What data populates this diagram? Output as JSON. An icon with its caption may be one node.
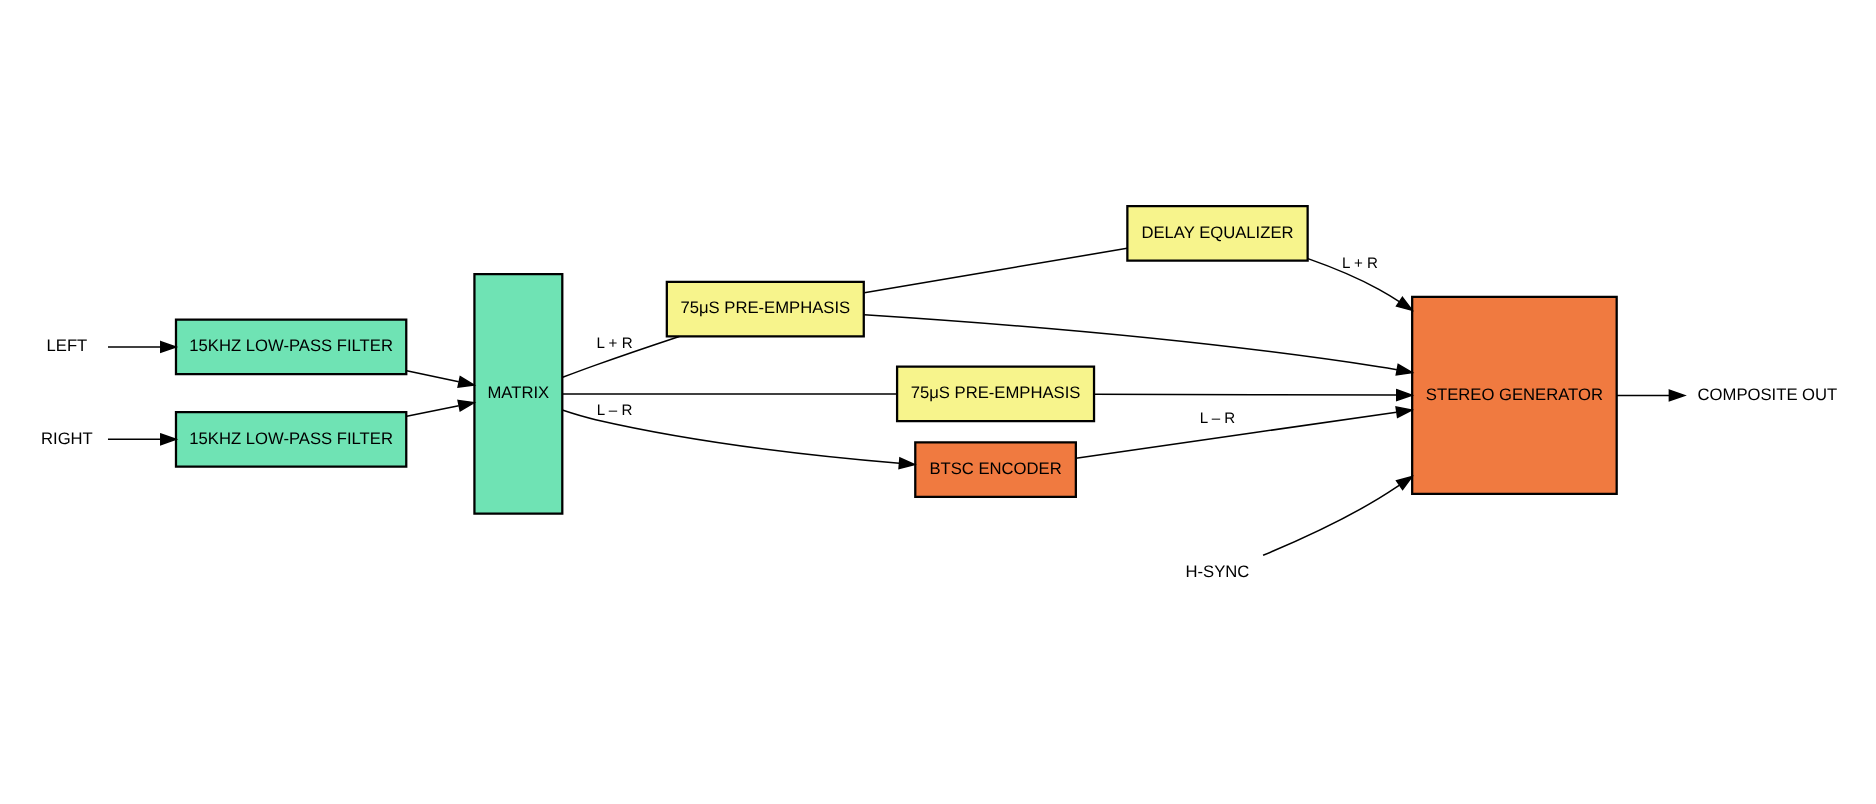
{
  "diagram": {
    "nodes": [
      {
        "text": [
          "LEFT"
        ]
      },
      {
        "text": [
          "RIGHT"
        ]
      },
      {
        "text": [
          "15KHZ LOW-PASS FILTER"
        ]
      },
      {
        "text": [
          "15KHZ LOW-PASS FILTER"
        ]
      },
      {
        "text": [
          "MATRIX"
        ]
      },
      {
        "text": [
          "75μS PRE-EMPHASIS"
        ]
      },
      {
        "text": [
          "DELAY EQUALIZER"
        ]
      },
      {
        "text": [
          "75μS PRE-EMPHASIS"
        ]
      },
      {
        "text": [
          "BTSC ENCODER"
        ]
      },
      {
        "text": [
          "STEREO GENERATOR"
        ]
      },
      {
        "text": [
          "COMPOSITE OUT"
        ]
      },
      {
        "text": [
          "H-SYNC"
        ]
      }
    ],
    "edges": [
      {
        "from": 0,
        "to": 2,
        "arrow": "to"
      },
      {
        "from": 1,
        "to": 3,
        "arrow": "to"
      },
      {
        "from": 2,
        "to": 4,
        "arrow": "to"
      },
      {
        "from": 3,
        "to": 4,
        "arrow": "to"
      },
      {
        "from": 4,
        "to": 5,
        "arrow": "none",
        "label": "L + R"
      },
      {
        "from": 5,
        "to": 6,
        "arrow": "none"
      },
      {
        "from": 6,
        "to": 9,
        "arrow": "to",
        "label": "L + R"
      },
      {
        "from": 5,
        "to": 9,
        "arrow": "to"
      },
      {
        "from": 4,
        "to": 8,
        "arrow": "to",
        "label": "L – R"
      },
      {
        "from": 4,
        "to": 7,
        "arrow": "none"
      },
      {
        "from": 7,
        "to": 9,
        "arrow": "to"
      },
      {
        "from": 8,
        "to": 9,
        "arrow": "to",
        "label": "L – R"
      },
      {
        "from": 9,
        "to": 10,
        "arrow": "to"
      },
      {
        "from": 11,
        "to": 9,
        "arrow": "to"
      }
    ]
  }
}
